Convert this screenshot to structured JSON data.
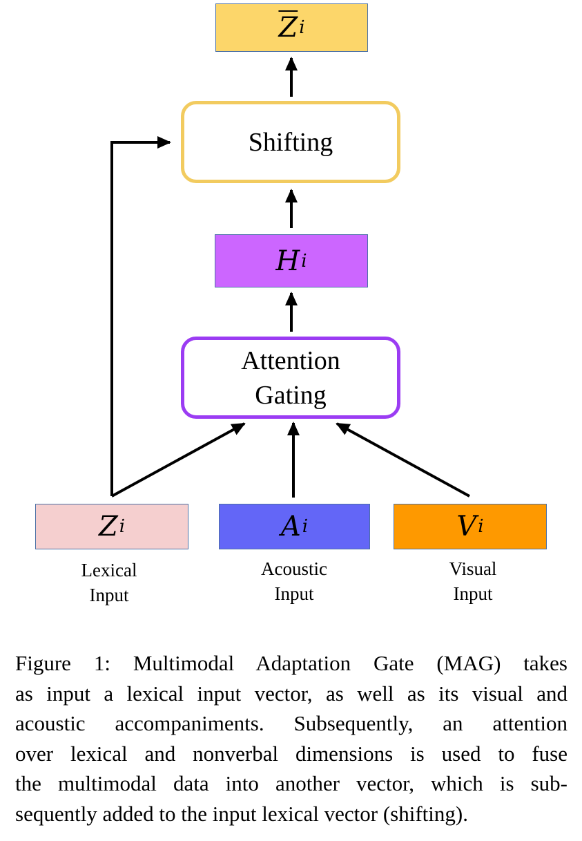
{
  "diagram": {
    "nodes": {
      "z_bar": {
        "symbol": "Z",
        "subscript": "i",
        "overline": true,
        "fill": "#fcd66a"
      },
      "shifting": {
        "label": "Shifting",
        "border": "#f2cb5f"
      },
      "h": {
        "symbol": "H",
        "subscript": "i",
        "fill": "#cc66ff"
      },
      "attention_gating": {
        "line1": "Attention",
        "line2": "Gating",
        "border": "#9b3cf3"
      },
      "z": {
        "symbol": "Z",
        "subscript": "i",
        "fill": "#f5cfcf"
      },
      "a": {
        "symbol": "A",
        "subscript": "i",
        "fill": "#6366f7"
      },
      "v": {
        "symbol": "V",
        "subscript": "i",
        "fill": "#fe9900"
      }
    },
    "input_labels": {
      "lexical": {
        "line1": "Lexical",
        "line2": "Input"
      },
      "acoustic": {
        "line1": "Acoustic",
        "line2": "Input"
      },
      "visual": {
        "line1": "Visual",
        "line2": "Input"
      }
    },
    "edges": [
      {
        "from": "z",
        "to": "attention_gating"
      },
      {
        "from": "a",
        "to": "attention_gating"
      },
      {
        "from": "v",
        "to": "attention_gating"
      },
      {
        "from": "attention_gating",
        "to": "h"
      },
      {
        "from": "h",
        "to": "shifting"
      },
      {
        "from": "z",
        "to": "shifting"
      },
      {
        "from": "shifting",
        "to": "z_bar"
      }
    ]
  },
  "caption": {
    "lines": [
      "Figure 1: Multimodal Adaptation Gate (MAG) takes",
      "as input a lexical input vector, as well as its visual and",
      "acoustic accompaniments.  Subsequently, an attention",
      "over lexical and nonverbal dimensions is used to fuse",
      "the multimodal data into another vector, which is sub-",
      "sequently added to the input lexical vector (shifting)."
    ]
  }
}
